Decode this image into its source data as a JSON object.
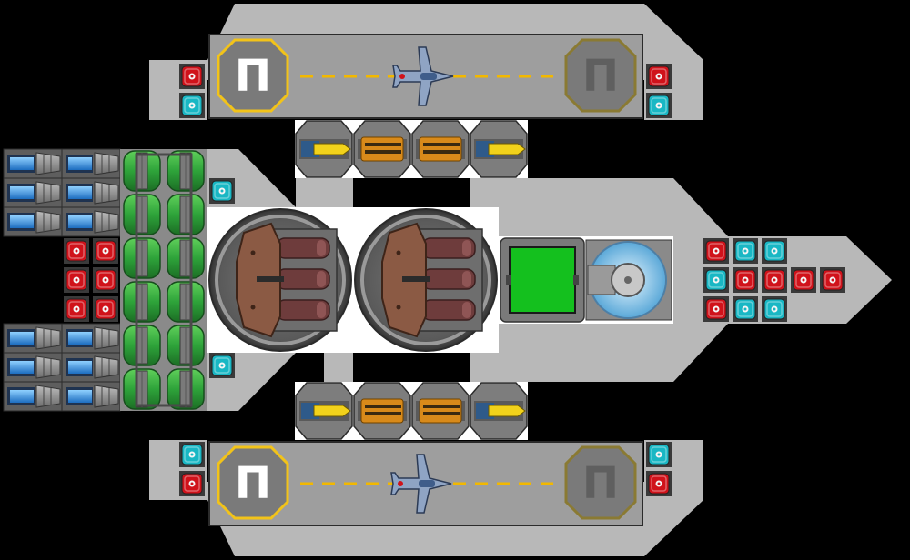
{
  "colors": {
    "background": "#000000",
    "hull": "#b8b8b8",
    "hull_dark": "#8e8e8e",
    "deck": "#9e9e9e",
    "interior": "#ffffff",
    "outline": "#2b2b2b",
    "heli_ring_active": "#f2c319",
    "heli_ring_inactive": "#8a7a33",
    "dash": "#f2b800",
    "module_red": "#d0121a",
    "module_cyan": "#19b7c4",
    "thruster_blue": "#2e8fe0",
    "reactor_green": "#2ea33a",
    "bridge_green": "#14c01e",
    "turret_brown": "#8b5a44",
    "turret_barrel": "#6e3c3c",
    "missile_yellow": "#f2d21b",
    "missile_orange": "#d88a1a",
    "shield_blue": "#9fd3f0"
  },
  "icons": {
    "helipad": "helipad-icon",
    "fighter": "fighter-jet-icon",
    "red_module": "red-module-icon",
    "cyan_module": "cyan-module-icon",
    "thruster": "thruster-icon",
    "reactor": "reactor-tank-icon",
    "turret": "heavy-turret-icon",
    "missile": "missile-launcher-icon",
    "bridge": "bridge-computer-icon",
    "shield": "shield-generator-icon"
  },
  "helipads": {
    "top": {
      "left_label": "Π",
      "right_label": "Π",
      "left_active": true,
      "right_active": false
    },
    "bottom": {
      "left_label": "Π",
      "right_label": "Π",
      "left_active": true,
      "right_active": false
    }
  },
  "hangar_side_modules": {
    "top_left": [
      "red",
      "cyan"
    ],
    "top_right": [
      "red",
      "cyan"
    ],
    "bottom_left": [
      "cyan",
      "red"
    ],
    "bottom_right": [
      "cyan",
      "red"
    ]
  },
  "missile_rows": {
    "top": [
      "yellow",
      "orange",
      "orange",
      "yellow"
    ],
    "bottom": [
      "yellow",
      "orange",
      "orange",
      "yellow"
    ]
  },
  "turrets": {
    "count": 2
  },
  "bridge": {
    "screen": "green"
  },
  "rear_thruster_groups": {
    "top_rows": 3,
    "bottom_rows": 3,
    "per_row": 2
  },
  "rear_red_block": {
    "rows": 3,
    "cols": 2
  },
  "reactor_columns": 2,
  "side_cyan_modules": {
    "count": 2
  },
  "bow_module_grid": [
    [
      "red",
      "cyan",
      "cyan"
    ],
    [
      "cyan",
      "red",
      "red",
      "red",
      "red"
    ],
    [
      "red",
      "cyan",
      "cyan"
    ]
  ]
}
